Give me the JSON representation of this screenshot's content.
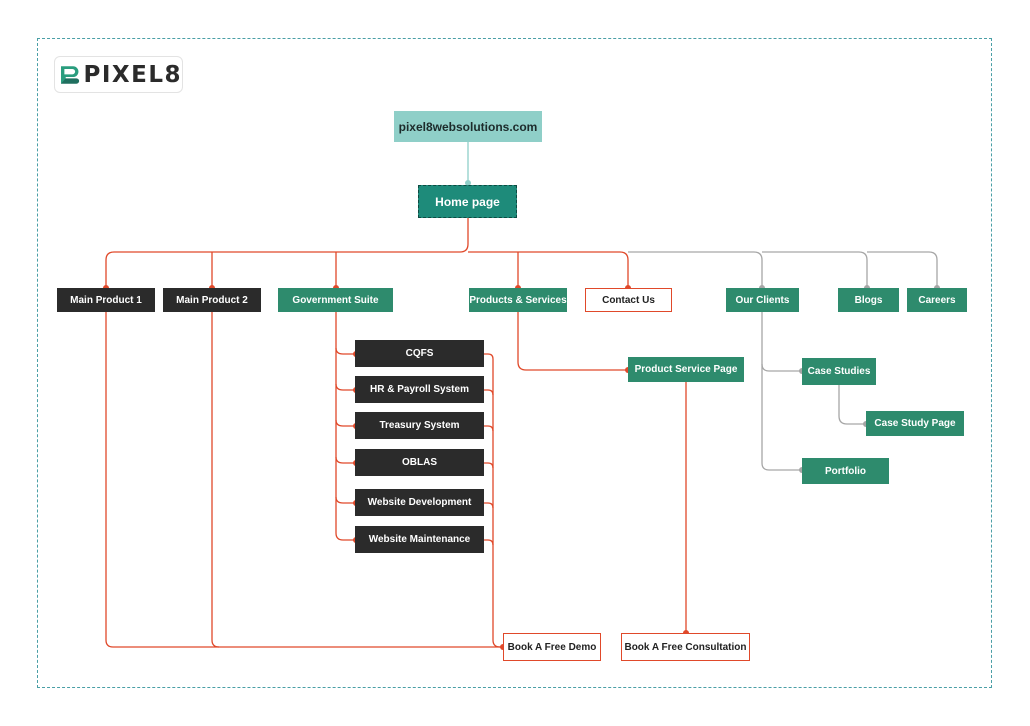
{
  "logo": {
    "text": "PIXEL8"
  },
  "colors": {
    "frame": "#4a9fa6",
    "red_connector": "#e0492a",
    "gray_connector": "#a6a6a6",
    "teal_connector": "#8fcfc8",
    "dark_node": "#2b2b2b",
    "green_node": "#2e8b6d"
  },
  "sitemap": {
    "root": "pixel8websolutions.com",
    "home": "Home page",
    "top_level": [
      "Main Product 1",
      "Main Product 2",
      "Government Suite",
      "Products & Services",
      "Contact Us",
      "Our Clients",
      "Blogs",
      "Careers"
    ],
    "government_suite_items": [
      "CQFS",
      "HR & Payroll System",
      "Treasury System",
      "OBLAS",
      "Website Development",
      "Website Maintenance"
    ],
    "product_service_page": "Product Service Page",
    "our_clients_children": {
      "case_studies": "Case Studies",
      "case_study_page": "Case Study Page",
      "portfolio": "Portfolio"
    },
    "book_demo": "Book A Free Demo",
    "book_consultation": "Book A Free Consultation"
  }
}
